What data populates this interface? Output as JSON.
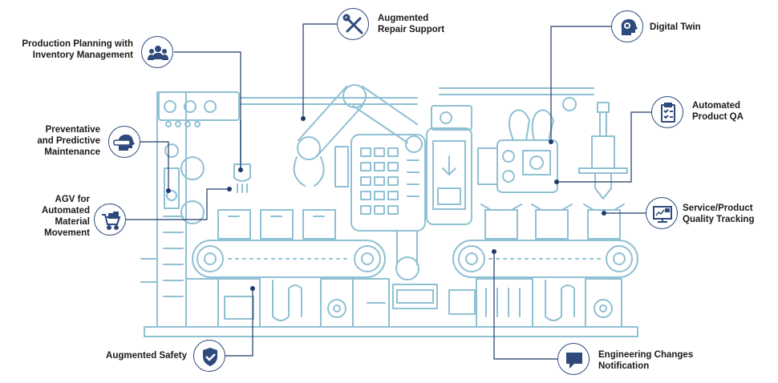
{
  "colors": {
    "machine_stroke": "#8fc0d3",
    "leader_line": "#1f3a68",
    "icon_fill": "#2e4a7d",
    "text": "#1a1a1a",
    "background": "#ffffff"
  },
  "callouts": [
    {
      "id": "production-planning",
      "icon": "people-group-icon",
      "lines": [
        "Production Planning with",
        "Inventory Management"
      ]
    },
    {
      "id": "repair-support",
      "icon": "wrench-screwdriver-icon",
      "lines": [
        "Augmented",
        "Repair Support"
      ]
    },
    {
      "id": "digital-twin",
      "icon": "head-profile-icon",
      "lines": [
        "Digital Twin"
      ]
    },
    {
      "id": "product-qa",
      "icon": "clipboard-check-icon",
      "lines": [
        "Automated",
        "Product QA"
      ]
    },
    {
      "id": "predictive-maintenance",
      "icon": "vr-headset-icon",
      "lines": [
        "Preventative",
        "and Predictive",
        "Maintenance"
      ]
    },
    {
      "id": "agv",
      "icon": "cart-icon",
      "lines": [
        "AGV for",
        "Automated",
        "Material",
        "Movement"
      ]
    },
    {
      "id": "quality-tracking",
      "icon": "monitor-dashboard-icon",
      "lines": [
        "Service/Product",
        "Quality Tracking"
      ]
    },
    {
      "id": "safety",
      "icon": "shield-check-icon",
      "lines": [
        "Augmented Safety"
      ]
    },
    {
      "id": "engineering-changes",
      "icon": "chat-bubble-icon",
      "lines": [
        "Engineering Changes",
        "Notification"
      ]
    }
  ]
}
